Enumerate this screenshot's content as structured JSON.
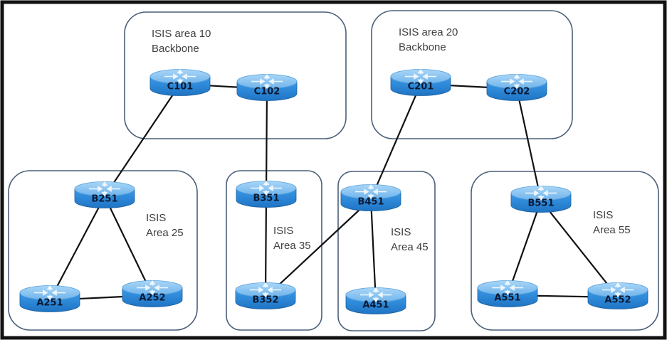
{
  "title": "ISIS multi-area network topology",
  "colors": {
    "router_top": "#8ec5f0",
    "router_side": "#2f8fe0",
    "router_label": "#0b1a33",
    "area_border": "#4a5f7a",
    "link": "#111111",
    "frame": "#111111"
  },
  "areas": [
    {
      "id": "area10",
      "lines": [
        "ISIS area 10",
        "Backbone"
      ],
      "routers": [
        "C101",
        "C102"
      ]
    },
    {
      "id": "area20",
      "lines": [
        "ISIS area 20",
        "Backbone"
      ],
      "routers": [
        "C201",
        "C202"
      ]
    },
    {
      "id": "area25",
      "lines": [
        "ISIS",
        "Area 25"
      ],
      "routers": [
        "B251",
        "A251",
        "A252"
      ]
    },
    {
      "id": "area35",
      "lines": [
        "ISIS",
        "Area 35"
      ],
      "routers": [
        "B351",
        "B352"
      ]
    },
    {
      "id": "area45",
      "lines": [
        "ISIS",
        "Area 45"
      ],
      "routers": [
        "B451",
        "A451"
      ]
    },
    {
      "id": "area55",
      "lines": [
        "ISIS",
        "Area 55"
      ],
      "routers": [
        "B551",
        "A551",
        "A552"
      ]
    }
  ],
  "routers": [
    {
      "id": "C101",
      "label": "C101",
      "icon": "router-icon"
    },
    {
      "id": "C102",
      "label": "C102",
      "icon": "router-icon"
    },
    {
      "id": "C201",
      "label": "C201",
      "icon": "router-icon"
    },
    {
      "id": "C202",
      "label": "C202",
      "icon": "router-icon"
    },
    {
      "id": "B251",
      "label": "B251",
      "icon": "router-icon"
    },
    {
      "id": "A251",
      "label": "A251",
      "icon": "router-icon"
    },
    {
      "id": "A252",
      "label": "A252",
      "icon": "router-icon"
    },
    {
      "id": "B351",
      "label": "B351",
      "icon": "router-icon"
    },
    {
      "id": "B352",
      "label": "B352",
      "icon": "router-icon"
    },
    {
      "id": "B451",
      "label": "B451",
      "icon": "router-icon"
    },
    {
      "id": "A451",
      "label": "A451",
      "icon": "router-icon"
    },
    {
      "id": "B551",
      "label": "B551",
      "icon": "router-icon"
    },
    {
      "id": "A551",
      "label": "A551",
      "icon": "router-icon"
    },
    {
      "id": "A552",
      "label": "A552",
      "icon": "router-icon"
    }
  ],
  "links": [
    [
      "C101",
      "C102"
    ],
    [
      "C201",
      "C202"
    ],
    [
      "C101",
      "B251"
    ],
    [
      "C102",
      "B351"
    ],
    [
      "C201",
      "B451"
    ],
    [
      "C202",
      "B551"
    ],
    [
      "B251",
      "A251"
    ],
    [
      "B251",
      "A252"
    ],
    [
      "A251",
      "A252"
    ],
    [
      "B351",
      "B352"
    ],
    [
      "B451",
      "B352"
    ],
    [
      "B451",
      "A451"
    ],
    [
      "B551",
      "A551"
    ],
    [
      "B551",
      "A552"
    ],
    [
      "A551",
      "A552"
    ]
  ]
}
